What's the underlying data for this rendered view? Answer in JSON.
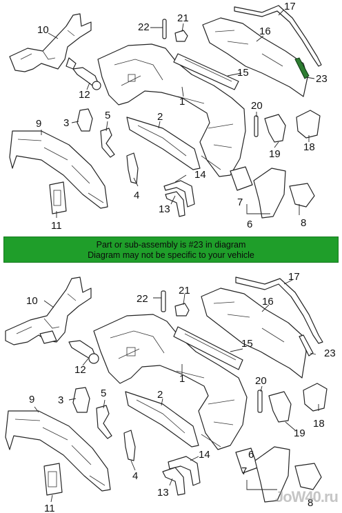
{
  "banner": {
    "line1": "Part or sub-assembly is #23 in diagram",
    "line2": "Diagram may not be specific to your vehicle"
  },
  "highlight_color": "#2e7d32",
  "banner_color": "#1f9e2a",
  "watermark": "JoW40.ru",
  "top_diagram": {
    "labels": {
      "l1": "1",
      "l2": "2",
      "l3": "3",
      "l4": "4",
      "l5": "5",
      "l6": "6",
      "l7": "7",
      "l8": "8",
      "l9": "9",
      "l10": "10",
      "l11": "11",
      "l12": "12",
      "l13": "13",
      "l14": "14",
      "l15": "15",
      "l16": "16",
      "l17": "17",
      "l18": "18",
      "l19": "19",
      "l20": "20",
      "l21": "21",
      "l22": "22",
      "l23": "23"
    }
  },
  "bottom_diagram": {
    "labels": {
      "l1": "1",
      "l2": "2",
      "l3": "3",
      "l4": "4",
      "l5": "5",
      "l6": "6",
      "l7": "7",
      "l8": "8",
      "l9": "9",
      "l10": "10",
      "l11": "11",
      "l12": "12",
      "l13": "13",
      "l14": "14",
      "l15": "15",
      "l16": "16",
      "l17": "17",
      "l18": "18",
      "l19": "19",
      "l20": "20",
      "l21": "21",
      "l22": "22",
      "l23": "23"
    }
  }
}
